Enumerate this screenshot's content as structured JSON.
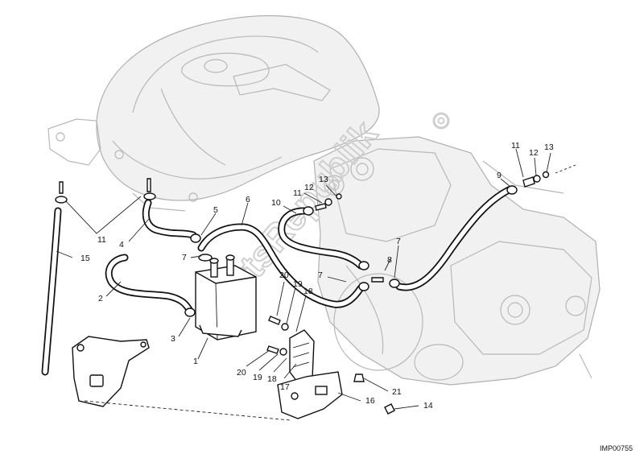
{
  "watermark": {
    "text": "PartsRepublik",
    "icon": "gear-icon"
  },
  "drawing_code": "IMP00755",
  "callouts": [
    {
      "id": "c1",
      "text": "1"
    },
    {
      "id": "c2",
      "text": "2"
    },
    {
      "id": "c3",
      "text": "3"
    },
    {
      "id": "c4",
      "text": "4"
    },
    {
      "id": "c5",
      "text": "5"
    },
    {
      "id": "c6",
      "text": "6"
    },
    {
      "id": "c7a",
      "text": "7"
    },
    {
      "id": "c7b",
      "text": "7"
    },
    {
      "id": "c7c",
      "text": "7"
    },
    {
      "id": "c8",
      "text": "8"
    },
    {
      "id": "c9",
      "text": "9"
    },
    {
      "id": "c10",
      "text": "10"
    },
    {
      "id": "c11a",
      "text": "11"
    },
    {
      "id": "c11b",
      "text": "11"
    },
    {
      "id": "c11c",
      "text": "11"
    },
    {
      "id": "c12a",
      "text": "12"
    },
    {
      "id": "c12b",
      "text": "12"
    },
    {
      "id": "c13a",
      "text": "13"
    },
    {
      "id": "c13b",
      "text": "13"
    },
    {
      "id": "c14",
      "text": "14"
    },
    {
      "id": "c15",
      "text": "15"
    },
    {
      "id": "c16",
      "text": "16"
    },
    {
      "id": "c17",
      "text": "17"
    },
    {
      "id": "c18a",
      "text": "18"
    },
    {
      "id": "c18b",
      "text": "18"
    },
    {
      "id": "c19a",
      "text": "19"
    },
    {
      "id": "c19b",
      "text": "19"
    },
    {
      "id": "c20a",
      "text": "20"
    },
    {
      "id": "c20b",
      "text": "20"
    },
    {
      "id": "c21",
      "text": "21"
    }
  ]
}
